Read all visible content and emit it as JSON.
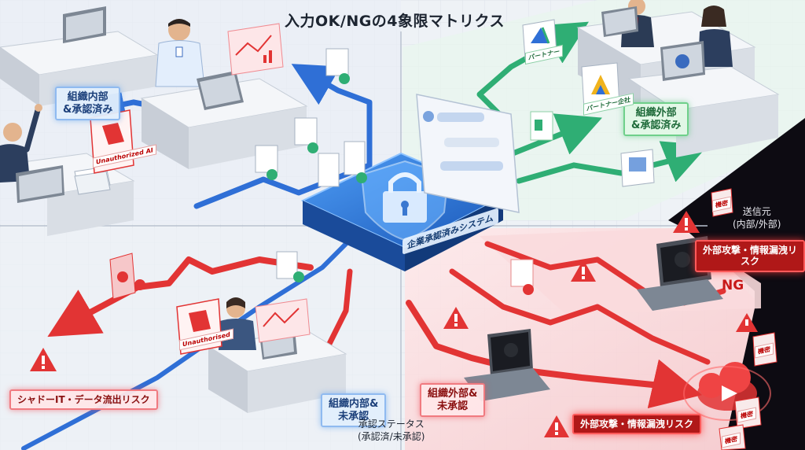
{
  "title": "入力OK/NGの4象限マトリクス",
  "center_system": "企業承認済みシステム",
  "quadrants": {
    "top_left": "組織内部\n&承認済み",
    "top_right": "組織外部\n&承認済み",
    "bottom_left": "組織内部&\n未承認",
    "bottom_right": "組織外部&\n未承認"
  },
  "risk_labels": {
    "shadow_it": "シャドーIT・データ流出リスク",
    "external_attack_1": "外部攻撃・情報漏洩リスク",
    "external_attack_2": "外部攻撃・情報漏洩リスク"
  },
  "axis_labels": {
    "status": "承認ステータス\n(承認済/未承認)",
    "sender": "送信元\n(内部/外部)"
  },
  "ng_label": "NG",
  "screen_text": {
    "unauthorized_1": "Unauthorized AI",
    "unauthorized_2": "Unauthorised"
  },
  "doc_tags": {
    "tag1": "機密",
    "tag2": "機密",
    "tag3": "機密",
    "tag4": "機密"
  },
  "partner_tags": {
    "p1": "パートナー",
    "p2": "パートナー企社"
  },
  "colors": {
    "blue_flow": "#2f6fd6",
    "green_flow": "#2fae74",
    "red_flow": "#e23434",
    "dark_zone": "#0d0b12"
  }
}
